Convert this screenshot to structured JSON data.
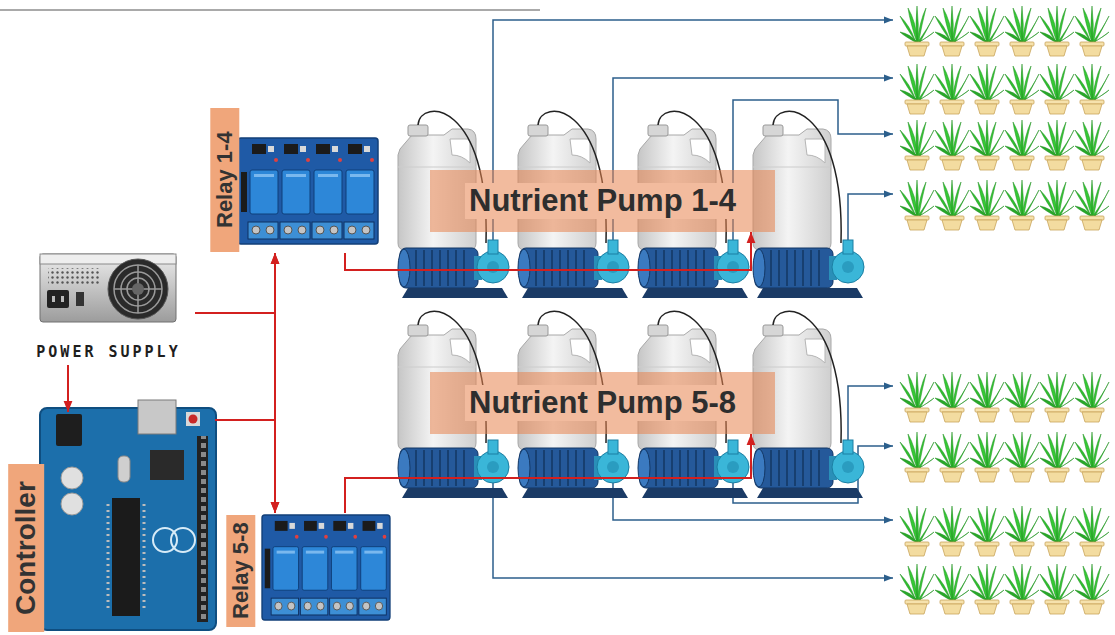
{
  "diagram": {
    "nodes": [
      {
        "text": [
          "Relay 1-4"
        ]
      },
      {
        "text": [
          "Nutrient Pump 1-4"
        ]
      },
      {
        "text": [
          "POWER SUPPLY"
        ]
      },
      {
        "text": [
          "Nutrient Pump 5-8"
        ]
      },
      {
        "text": [
          "Controller"
        ]
      },
      {
        "text": [
          "Relay 5-8"
        ]
      }
    ],
    "edges": [
      {
        "from": 2,
        "to": 0,
        "arrow": "to"
      },
      {
        "from": 2,
        "to": 5,
        "arrow": "to"
      },
      {
        "from": 2,
        "to": 4,
        "arrow": "to"
      },
      {
        "from": 4,
        "to": 0,
        "arrow": "to"
      },
      {
        "from": 4,
        "to": 5,
        "arrow": "to"
      },
      {
        "from": 0,
        "to": 1,
        "arrow": "to"
      },
      {
        "from": 5,
        "to": 3,
        "arrow": "to"
      }
    ]
  }
}
